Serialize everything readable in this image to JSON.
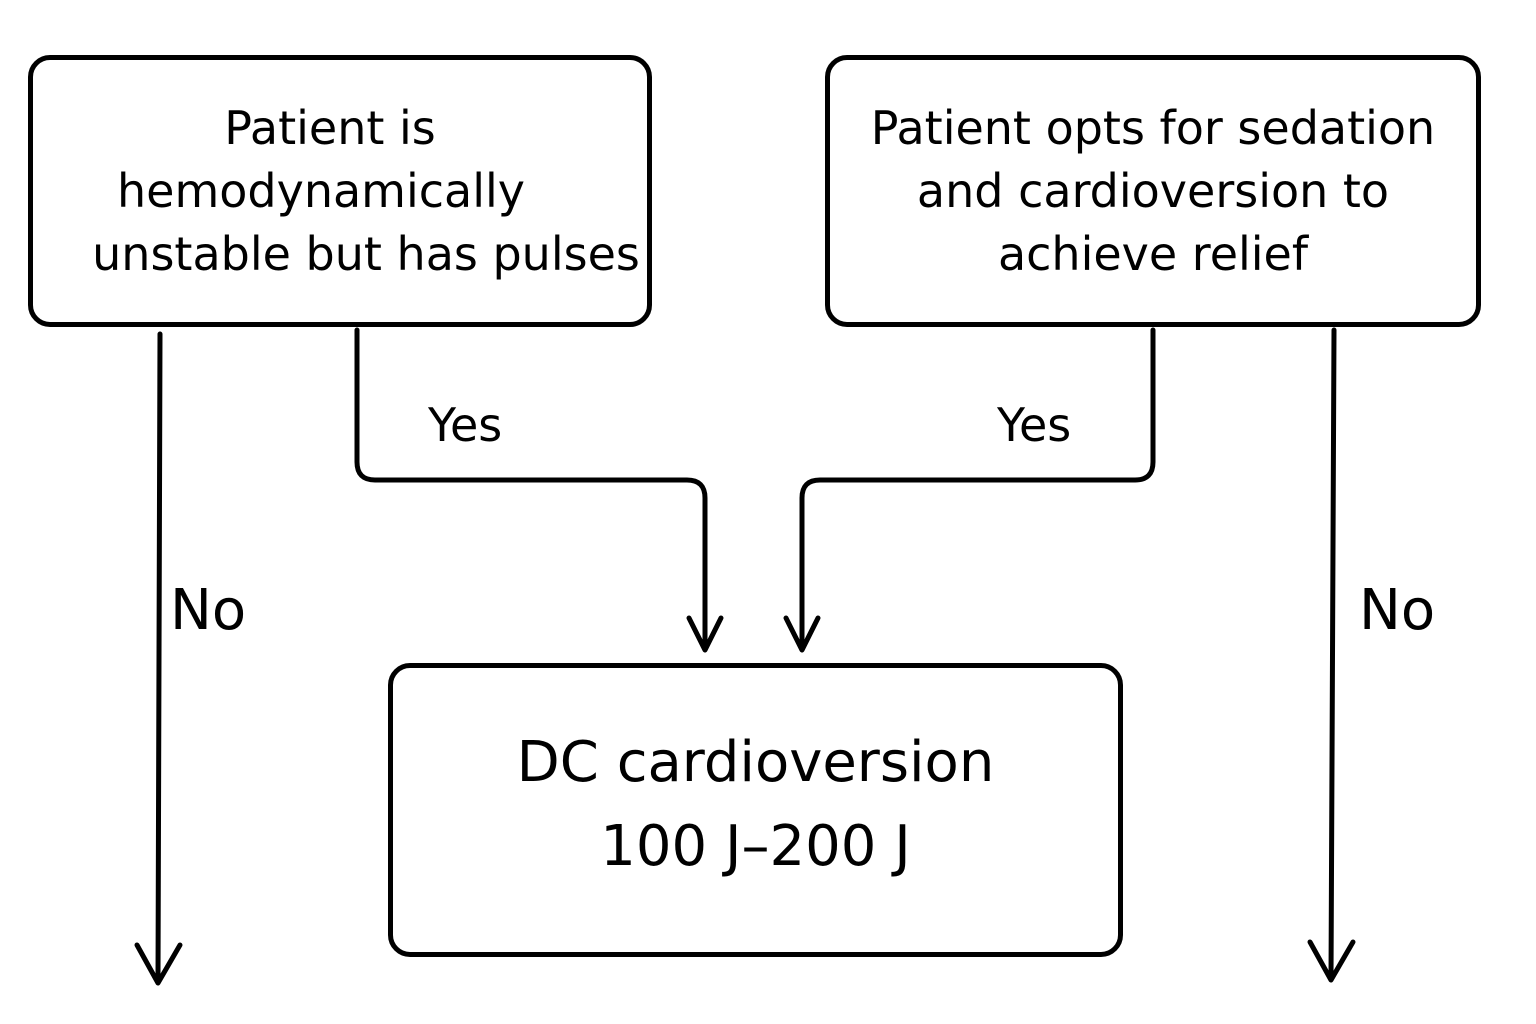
{
  "nodes": {
    "unstable": {
      "lines": [
        "Patient is",
        "hemodynamically",
        "unstable but has pulses"
      ]
    },
    "sedation": {
      "lines": [
        "Patient opts for sedation",
        "and cardioversion to",
        "achieve relief"
      ]
    },
    "cardioversion": {
      "lines": [
        "DC cardioversion",
        "100 J–200 J"
      ]
    }
  },
  "edges": {
    "unstable_yes": "Yes",
    "sedation_yes": "Yes",
    "unstable_no": "No",
    "sedation_no": "No"
  }
}
